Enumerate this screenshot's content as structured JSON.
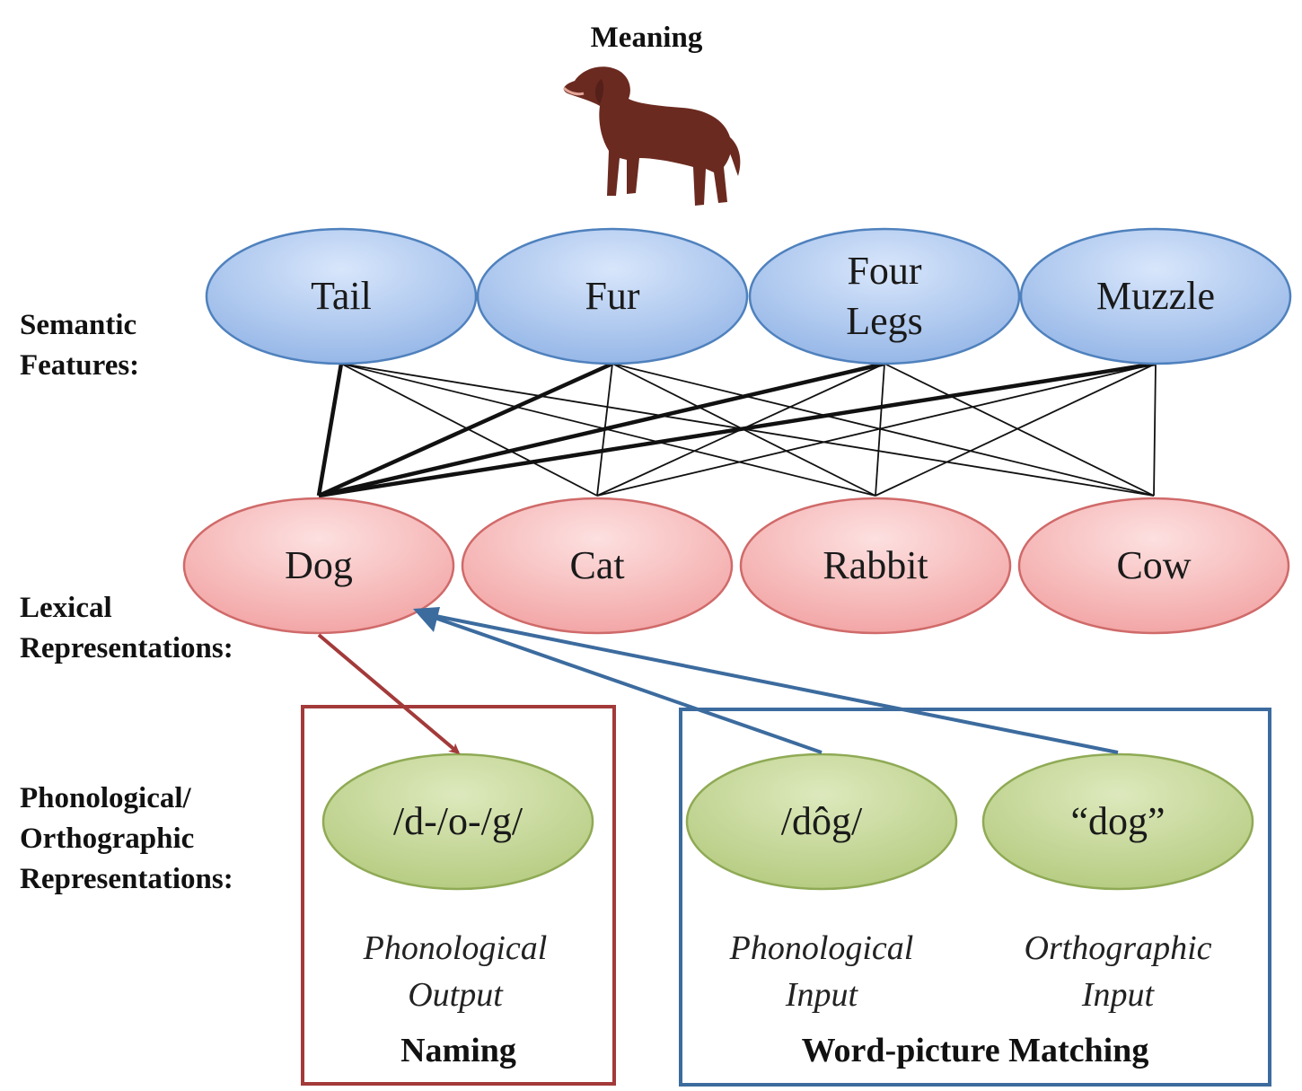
{
  "title": "Meaning",
  "side_labels": {
    "semantic": [
      "Semantic",
      "Features:"
    ],
    "lexical": [
      "Lexical",
      "Representations:"
    ],
    "phono": [
      "Phonological/",
      "Orthographic",
      "Representations:"
    ]
  },
  "semantic_nodes": [
    {
      "lines": [
        "Tail"
      ]
    },
    {
      "lines": [
        "Fur"
      ]
    },
    {
      "lines": [
        "Four",
        "Legs"
      ]
    },
    {
      "lines": [
        "Muzzle"
      ]
    }
  ],
  "lexical_nodes": [
    {
      "lines": [
        "Dog"
      ]
    },
    {
      "lines": [
        "Cat"
      ]
    },
    {
      "lines": [
        "Rabbit"
      ]
    },
    {
      "lines": [
        "Cow"
      ]
    }
  ],
  "form_nodes": [
    {
      "lines": [
        "/d-/o-/g/"
      ]
    },
    {
      "lines": [
        "/dôg/"
      ]
    },
    {
      "lines": [
        "“dog”"
      ]
    }
  ],
  "captions": {
    "phon_output": [
      "Phonological",
      "Output"
    ],
    "phon_input": [
      "Phonological",
      "Input"
    ],
    "orth_input": [
      "Orthographic",
      "Input"
    ]
  },
  "tasks": {
    "naming": "Naming",
    "matching": "Word-picture Matching"
  },
  "colors": {
    "semantic_fill": "#a9c6ee",
    "semantic_stroke": "#4f81bd",
    "lexical_fill": "#f7b8b8",
    "lexical_stroke": "#d06a6a",
    "form_fill": "#c3d594",
    "form_stroke": "#8faa55",
    "naming_box": "#a33a3a",
    "matching_box": "#3c6b9e",
    "dog_body": "#6b2a20"
  },
  "icons": [
    "dog-illustration"
  ]
}
